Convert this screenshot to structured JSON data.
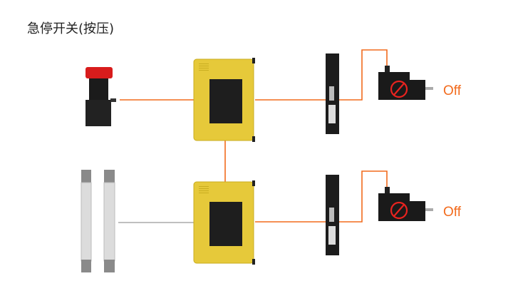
{
  "title": "急停开关(按压)",
  "outputs": [
    {
      "label": "Off"
    },
    {
      "label": "Off"
    }
  ],
  "colors": {
    "wire_active": "#f26b1d",
    "wire_inactive": "#aaaaaa",
    "module": "#e6c93a",
    "off_text": "#f26b1d",
    "stop_symbol": "#e8231f"
  }
}
